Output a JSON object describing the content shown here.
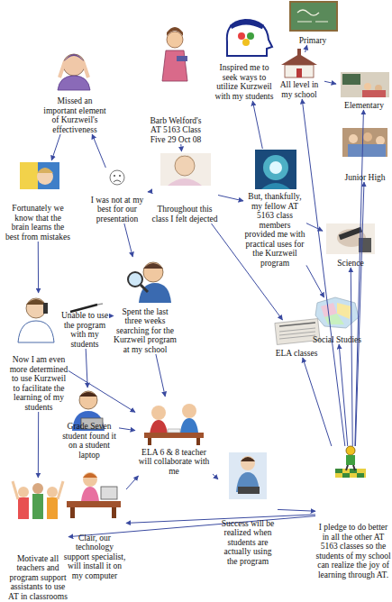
{
  "diagram": {
    "nodes": [
      {
        "text": [
          "Barb Welford's AT 5163 Class Five 29 Oct 08"
        ]
      },
      {
        "text": [
          "Throughout this class I felt dejected"
        ]
      },
      {
        "text": [
          "I was not at my best for our presentation"
        ]
      },
      {
        "text": [
          "Missed an important element of Kurzweil's effectiveness"
        ]
      },
      {
        "text": [
          "Fortunately we know that the brain learns the best from mistakes"
        ]
      },
      {
        "text": [
          "Inspired me to seek ways to utilize Kurzweil with my students"
        ]
      },
      {
        "text": [
          "But, thankfully, my fellow AT 5163 class members provided me with practical uses for the Kurzweil program"
        ]
      },
      {
        "text": [
          "Spent the last three weeks searching for the Kurzweil program at my school"
        ]
      },
      {
        "text": [
          "Unable to use the program with my students"
        ]
      },
      {
        "text": [
          "Now I am even more determined to use Kurzweil to facilitate the learning of my students"
        ]
      },
      {
        "text": [
          "Grade Seven student found it on a student laptop"
        ]
      },
      {
        "text": [
          "ELA 6 & 8 teacher will collaborate with me"
        ]
      },
      {
        "text": [
          "Motivate all teachers and program support assistants to use AT in classrooms"
        ]
      },
      {
        "text": [
          "Clair, our technology support specialist, will install it on my computer"
        ]
      },
      {
        "text": [
          "Success will be realized when students are actually using the program"
        ]
      },
      {
        "text": [
          "I pledge to do better in all the other AT 5163 classes so the students of my school can realize the joy of learning through AT."
        ]
      },
      {
        "text": [
          "ELA classes"
        ]
      },
      {
        "text": [
          "Social Studies"
        ]
      },
      {
        "text": [
          "Science"
        ]
      },
      {
        "text": [
          "Junior High"
        ]
      },
      {
        "text": [
          "Elementary"
        ]
      },
      {
        "text": [
          "All level in my school"
        ]
      },
      {
        "text": [
          "Primary"
        ]
      }
    ],
    "edges": [
      {
        "from": 0,
        "to": 1,
        "arrow": "to"
      },
      {
        "from": 1,
        "to": 2,
        "arrow": "to"
      },
      {
        "from": 1,
        "to": 6,
        "arrow": "to"
      },
      {
        "from": 6,
        "to": 5,
        "arrow": "to"
      },
      {
        "from": 2,
        "to": 3,
        "arrow": "to"
      },
      {
        "from": 3,
        "to": 4,
        "arrow": "to"
      },
      {
        "from": 4,
        "to": 9,
        "arrow": "to"
      },
      {
        "from": 2,
        "to": 7,
        "arrow": "to"
      },
      {
        "from": 7,
        "to": 8,
        "arrow": "to"
      },
      {
        "from": 8,
        "to": 10,
        "arrow": "to"
      },
      {
        "from": 7,
        "to": 11,
        "arrow": "to"
      },
      {
        "from": 9,
        "to": 11,
        "arrow": "to"
      },
      {
        "from": 9,
        "to": 12,
        "arrow": "to"
      },
      {
        "from": 10,
        "to": 11,
        "arrow": "to"
      },
      {
        "from": 13,
        "to": 11,
        "arrow": "to"
      },
      {
        "from": 11,
        "to": 14,
        "arrow": "to"
      },
      {
        "from": 14,
        "to": 15,
        "arrow": "to"
      },
      {
        "from": 15,
        "to": 12,
        "arrow": "to"
      },
      {
        "from": 15,
        "to": 13,
        "arrow": "to"
      },
      {
        "from": 1,
        "to": 16,
        "arrow": "to"
      },
      {
        "from": 15,
        "to": 16,
        "arrow": "to"
      },
      {
        "from": 15,
        "to": 17,
        "arrow": "to"
      },
      {
        "from": 15,
        "to": 18,
        "arrow": "to"
      },
      {
        "from": 6,
        "to": 17,
        "arrow": "to"
      },
      {
        "from": 6,
        "to": 18,
        "arrow": "to"
      },
      {
        "from": 15,
        "to": 19,
        "arrow": "to"
      },
      {
        "from": 15,
        "to": 20,
        "arrow": "to"
      },
      {
        "from": 15,
        "to": 21,
        "arrow": "to"
      },
      {
        "from": 21,
        "to": 20,
        "arrow": "to"
      },
      {
        "from": 21,
        "to": 22,
        "arrow": "to"
      }
    ]
  }
}
